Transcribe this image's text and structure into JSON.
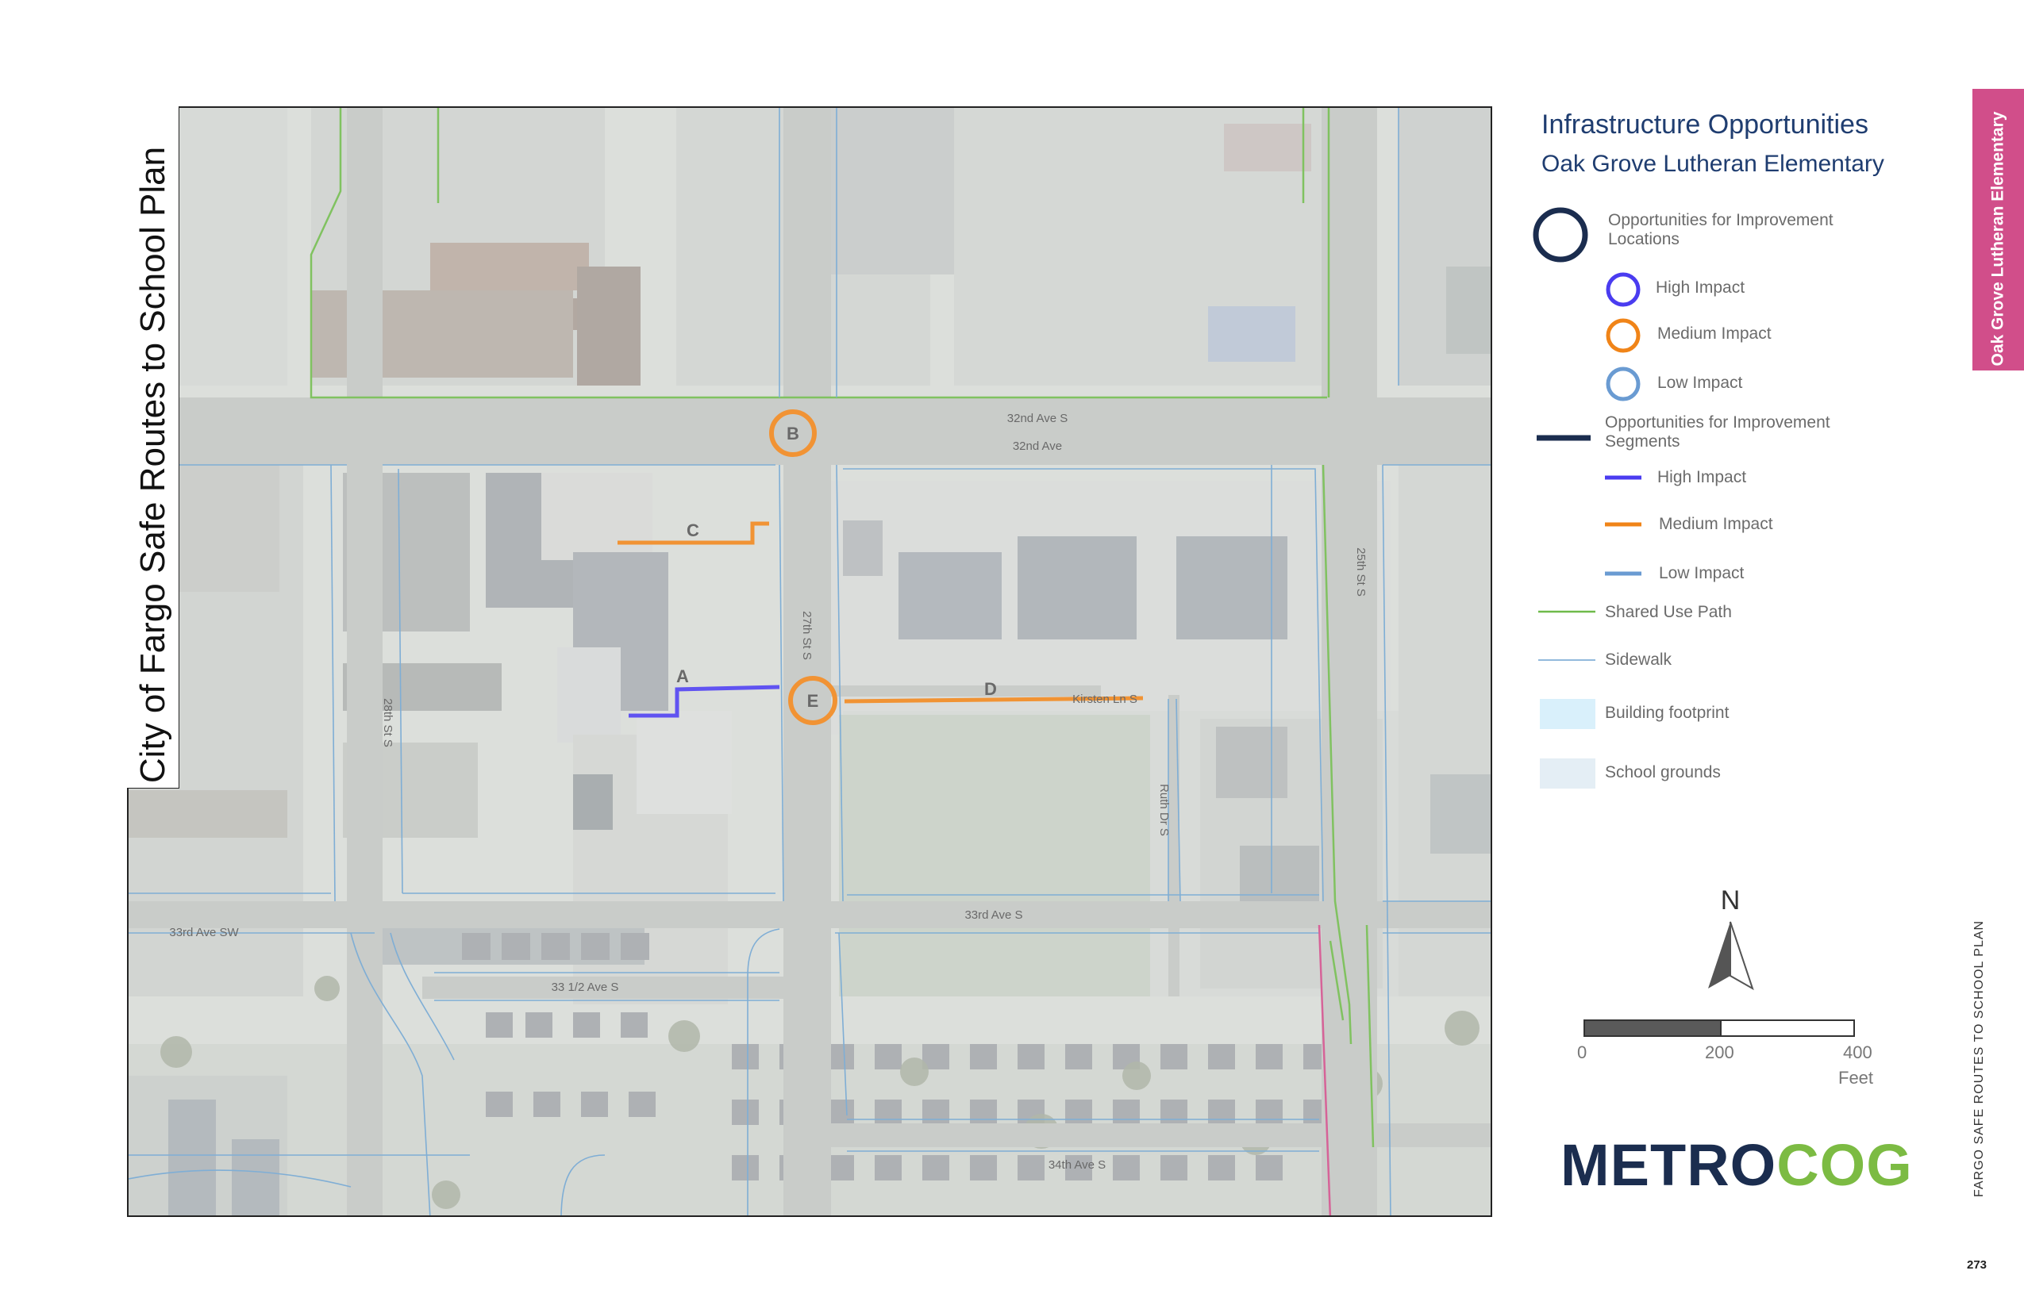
{
  "side_title": "City of Fargo Safe Routes to School Plan",
  "legend": {
    "title": "Infrastructure Opportunities",
    "subtitle": "Oak Grove Lutheran Elementary",
    "locations_heading": "Opportunities for Improvement Locations",
    "loc_high": "High Impact",
    "loc_medium": "Medium Impact",
    "loc_low": "Low Impact",
    "segments_heading": "Opportunities for Improvement Segments",
    "seg_high": "High Impact",
    "seg_medium": "Medium Impact",
    "seg_low": "Low Impact",
    "shared_use_path": "Shared Use Path",
    "sidewalk": "Sidewalk",
    "building_footprint": "Building footprint",
    "school_grounds": "School grounds"
  },
  "colors": {
    "high": "#4a3cf0",
    "medium": "#f08418",
    "low": "#6a9bd2",
    "locations_ring": "#1b2d4f",
    "segments_line": "#1b2d4f",
    "shared_use_path": "#6fba4a",
    "sidewalk": "#6ea3d0",
    "building_footprint": "#d9f0fb",
    "school_grounds": "#e4eef5",
    "pink_tab": "#d14e8a",
    "road_edge": "#d14e8a"
  },
  "streets": {
    "s32nd_ave_s": "32nd Ave S",
    "s32nd_ave": "32nd Ave",
    "s27th_st": "27th St S",
    "s25th_st": "25th St S",
    "s28th_st": "28th St S",
    "kirsten": "Kirsten Ln S",
    "ruth": "Ruth Dr S",
    "s33rd_ave_s": "33rd Ave S",
    "s33rd_ave_sw": "33rd Ave SW",
    "s33half": "33 1/2 Ave S",
    "s34th_ave_s": "34th Ave S"
  },
  "markers": {
    "a": "A",
    "b": "B",
    "c": "C",
    "d": "D",
    "e": "E"
  },
  "north_label": "N",
  "scale": {
    "t0": "0",
    "t1": "200",
    "t2": "400",
    "unit": "Feet"
  },
  "logo": {
    "part1": "METRO",
    "part2": "COG"
  },
  "school_tab": "Oak Grove Lutheran Elementary",
  "footer_vertical": "FARGO SAFE ROUTES TO SCHOOL PLAN",
  "page_number": "273"
}
